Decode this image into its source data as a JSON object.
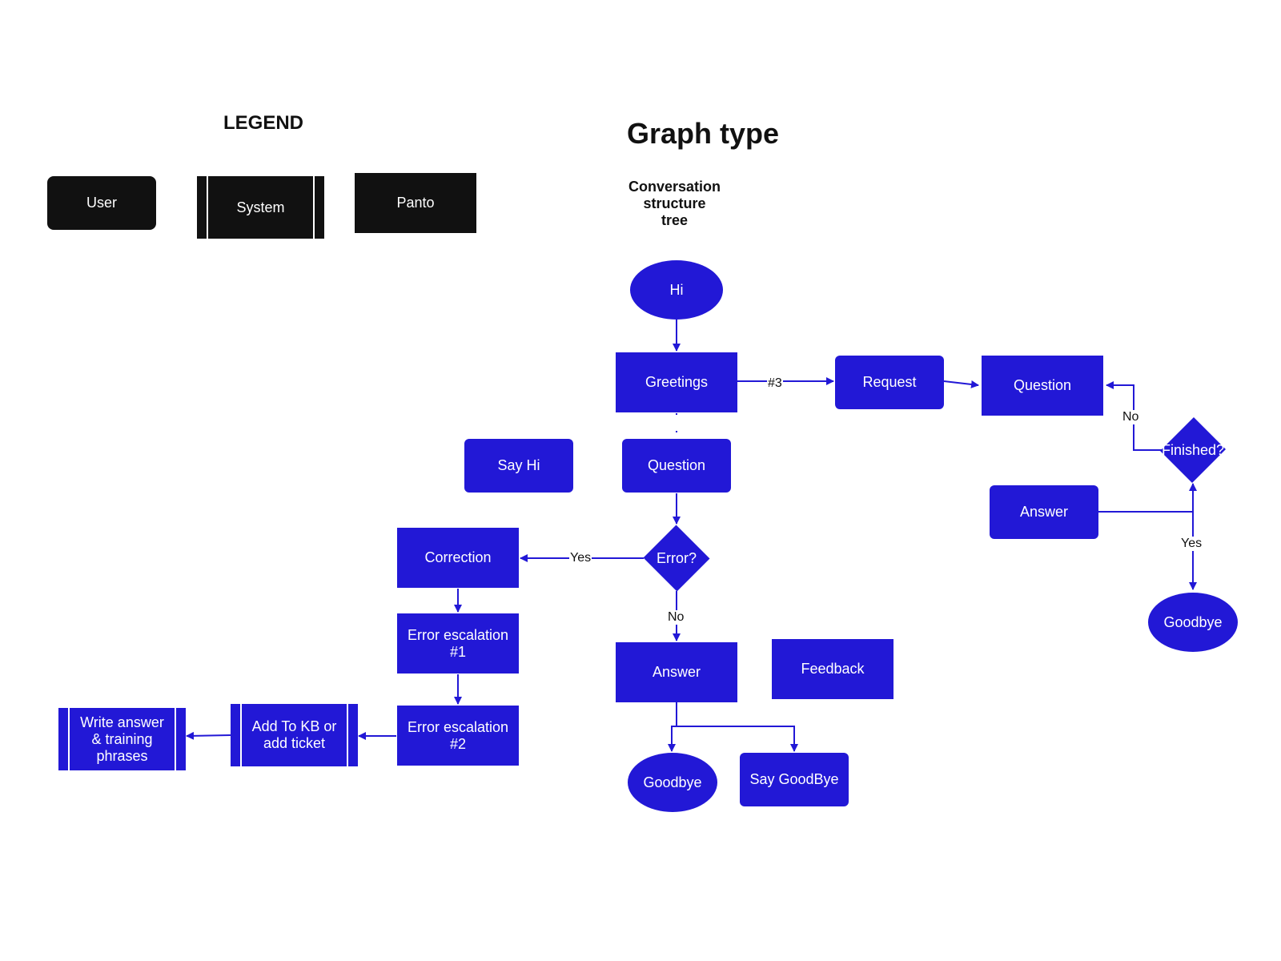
{
  "legend": {
    "title": "LEGEND",
    "user": "User",
    "system": "System",
    "panto": "Panto"
  },
  "graph": {
    "title": "Graph type",
    "subtitle": "Conversation\nstructure\ntree"
  },
  "nodes": {
    "hi": "Hi",
    "greetings": "Greetings",
    "request": "Request",
    "question_top": "Question",
    "finished": "Finished?",
    "answer_right": "Answer",
    "goodbye_right": "Goodbye",
    "say_hi": "Say Hi",
    "question": "Question",
    "error": "Error?",
    "correction": "Correction",
    "escalation1": "Error escalation\n#1",
    "escalation2": "Error escalation\n#2",
    "add_kb": "Add To KB or\nadd ticket",
    "write_answer": "Write answer\n& training\nphrases",
    "answer": "Answer",
    "feedback": "Feedback",
    "goodbye": "Goodbye",
    "say_goodbye": "Say GoodBye"
  },
  "edge_labels": {
    "greet_request": "#3",
    "finished_no": "No",
    "finished_yes": "Yes",
    "error_yes": "Yes",
    "error_no": "No"
  },
  "colors": {
    "node_blue": "#2218d6",
    "legend_black": "#111111",
    "edge": "#2218d6"
  }
}
